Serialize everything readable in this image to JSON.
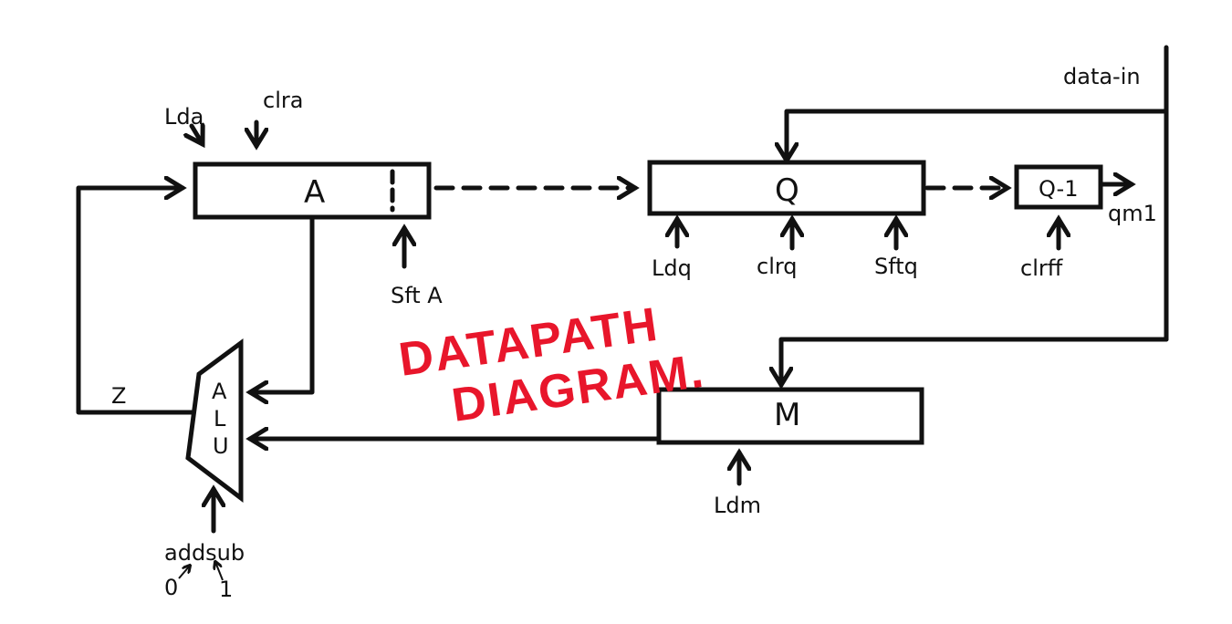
{
  "title_line1": "DATAPATH",
  "title_line2": "DIAGRAM.",
  "blocks": {
    "a": "A",
    "q": "Q",
    "q_minus_1": "Q-1",
    "m": "M",
    "alu_1": "A",
    "alu_2": "L",
    "alu_3": "U"
  },
  "signals": {
    "data_in": "data-in",
    "lda": "Lda",
    "clra": "clra",
    "sfta": "Sft A",
    "ldq": "Ldq",
    "clrq": "clrq",
    "sftq": "Sftq",
    "clrff": "clrff",
    "qm1": "qm1",
    "ldm": "Ldm",
    "z": "Z",
    "addsub": "addsub",
    "add_val": "0",
    "sub_val": "1"
  },
  "colors": {
    "ink": "#111111",
    "title": "#e8162b"
  }
}
